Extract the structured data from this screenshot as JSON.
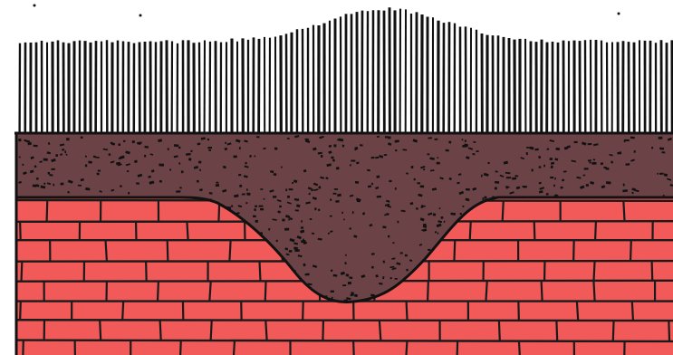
{
  "figure": {
    "layers": [
      "vegetation",
      "soil",
      "bedrock"
    ],
    "colors": {
      "background": "#ffffff",
      "ink": "#111111",
      "soil": "#6b4346",
      "bedrock": "#f25a5a",
      "mortar": "#1a1a1a"
    },
    "icons": {
      "vegetation": "vertical-hatch-lines",
      "soil": "stippled-dots",
      "bedrock": "brick-pattern"
    }
  }
}
